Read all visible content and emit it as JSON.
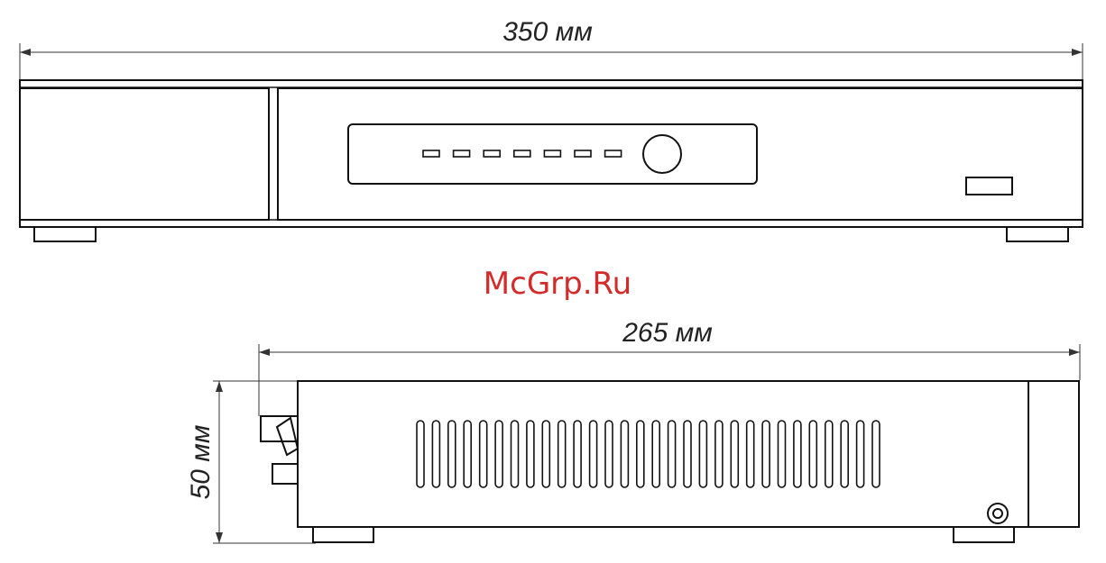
{
  "dimensions": {
    "front_width": "350 мм",
    "side_depth": "265 мм",
    "side_height": "50 мм"
  },
  "watermark": "McGrp.Ru",
  "colors": {
    "line": "#111111",
    "watermark": "#d32a2a",
    "background": "#ffffff"
  },
  "front_view": {
    "indicator_count": 7,
    "has_knob": true,
    "has_usb_port": true
  },
  "side_view": {
    "vent_slot_count": 30
  }
}
